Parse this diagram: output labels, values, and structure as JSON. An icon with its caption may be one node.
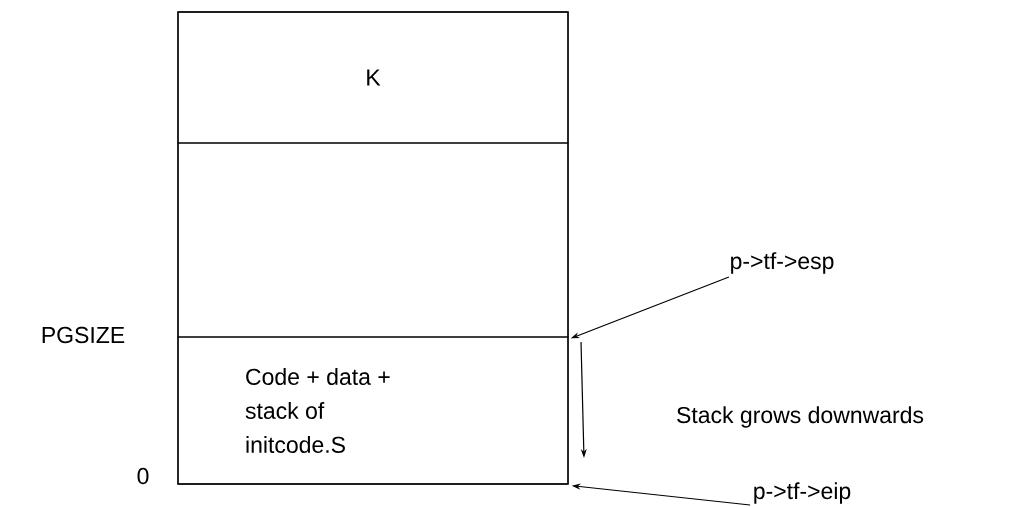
{
  "diagram": {
    "nodes": [
      {
        "text": [],
        "shape": "box"
      },
      {
        "text": [
          "K"
        ],
        "in": 0
      },
      {
        "text": [],
        "shape": "box",
        "in": 0
      },
      {
        "text": [
          "Code + data + stack of initcode.S"
        ],
        "in": 0
      },
      {
        "text": [
          "p->tf->esp"
        ]
      },
      {
        "text": [
          "p->tf->eip"
        ]
      }
    ],
    "edges": [
      {
        "from": 4,
        "to": 3,
        "arrow": "to"
      },
      {
        "from": 5,
        "to": 0,
        "arrow": "to"
      }
    ],
    "labels": [
      "PGSIZE",
      "0",
      "Stack grows downwards"
    ]
  }
}
